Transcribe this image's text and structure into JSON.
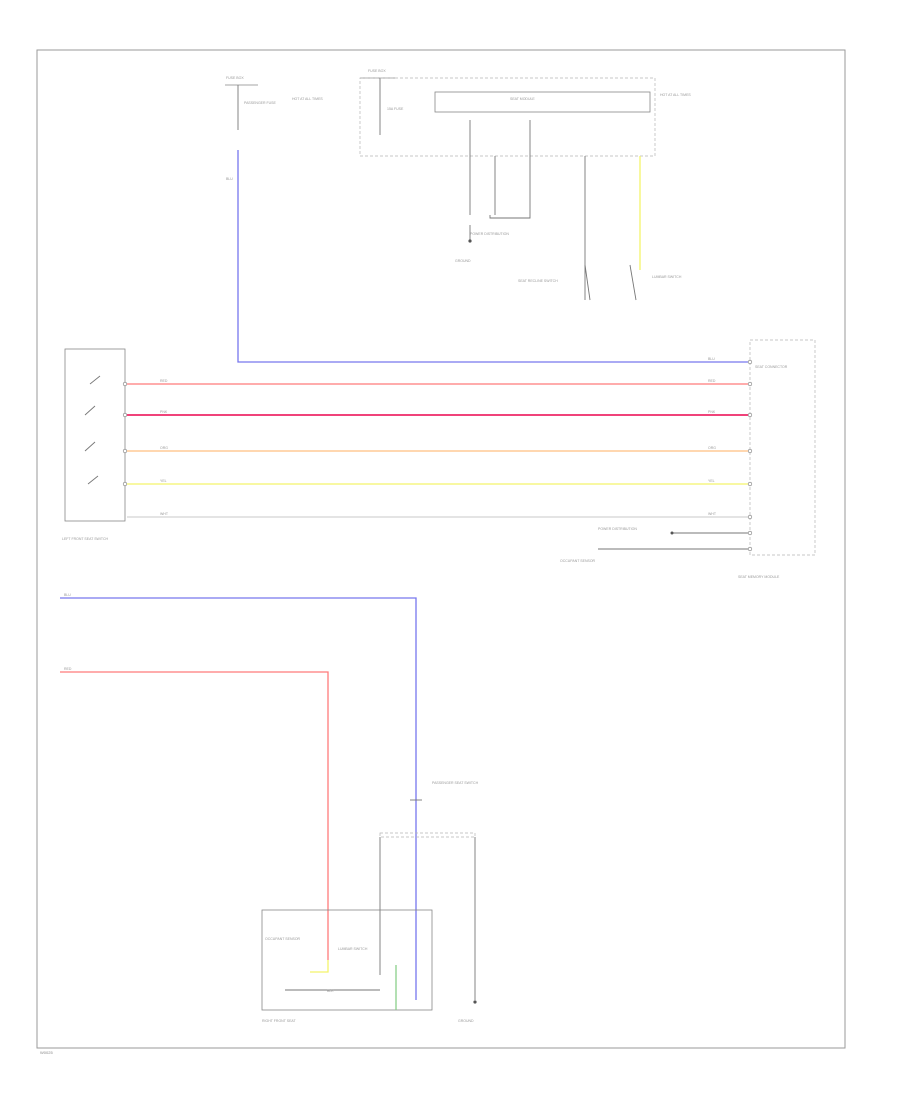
{
  "diagram": {
    "page_label": "W0025",
    "labels": {
      "top_left_fuse_box": "FUSE BOX",
      "top_left_fuse_note": "PASSENGER FUSE",
      "top_left_power_note": "HOT AT ALL TIMES",
      "top_center_fuse_box": "FUSE BOX",
      "top_center_fuse_note": "15A FUSE",
      "top_right_power_note": "HOT AT ALL TIMES",
      "seat_module_title": "SEAT MODULE",
      "ground_label": "GROUND",
      "power_dist": "POWER DISTRIBUTION",
      "recline_switch": "SEAT RECLINE SWITCH",
      "lumbar_switch": "LUMBAR SWITCH",
      "left_switch_assy": "LEFT FRONT SEAT SWITCH",
      "right_connector": "SEAT CONNECTOR",
      "power_dist_mid": "POWER DISTRIBUTION",
      "memory_module": "SEAT MEMORY MODULE",
      "passenger_switch": "PASSENGER SEAT SWITCH",
      "occupant_sensor": "OCCUPANT SENSOR",
      "seat_assy": "RIGHT FRONT SEAT",
      "ground_bottom": "GROUND"
    },
    "wire_codes": {
      "blu": "BLU",
      "red": "RED",
      "pnk": "PNK",
      "org": "ORG",
      "yel": "YEL",
      "wht": "WHT",
      "grn": "GRN",
      "blk": "BLK"
    }
  }
}
